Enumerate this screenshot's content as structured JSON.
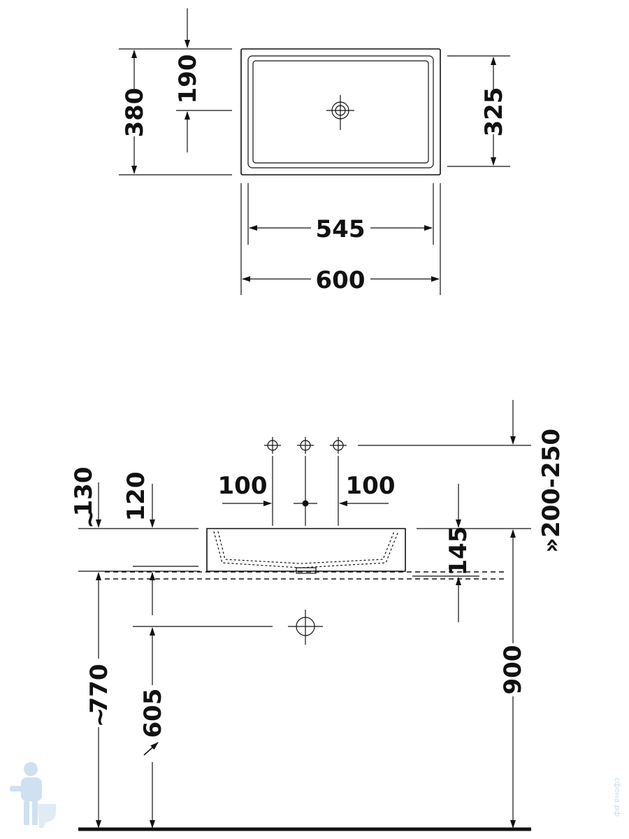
{
  "top_view": {
    "dims": {
      "overall_width": "600",
      "inner_width": "545",
      "overall_depth": "380",
      "drain_offset": "190",
      "inner_depth": "325"
    }
  },
  "side_view": {
    "dims": {
      "tap_spacing_left": "100",
      "tap_spacing_right": "100",
      "tap_height": "»200-250",
      "rim_130": "130",
      "rim_130_prefix": "~",
      "rim_120": "120",
      "basin_height": "145",
      "rim_height": "900",
      "counter_height": "770",
      "counter_height_prefix": "~",
      "waste_height": "605"
    }
  },
  "watermark": {
    "text": "сфона.рф"
  },
  "colors": {
    "line": "#111111",
    "watermark": "#c9dcef"
  }
}
